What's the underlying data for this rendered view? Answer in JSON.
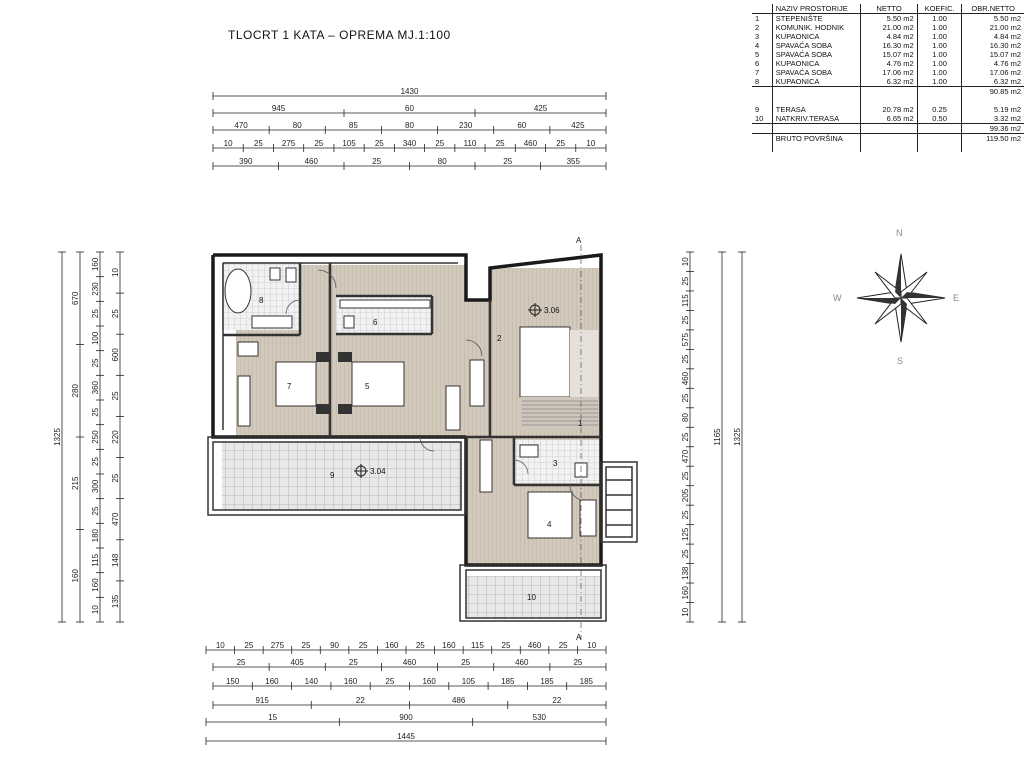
{
  "title": "TLOCRT 1 KATA  –  OPREMA   MJ.1:100",
  "table": {
    "headers": [
      "",
      "NAZIV PROSTORIJE",
      "NETTO",
      "KOEFIC.",
      "OBR.NETTO"
    ],
    "rows": [
      [
        "1",
        "STEPENIŠTE",
        "5.50 m2",
        "1.00",
        "5.50 m2"
      ],
      [
        "2",
        "KOMUNIK. HODNIK",
        "21.00 m2",
        "1.00",
        "21.00 m2"
      ],
      [
        "3",
        "KUPAONICA",
        "4.84 m2",
        "1.00",
        "4.84 m2"
      ],
      [
        "4",
        "SPAVAĆA SOBA",
        "16.30 m2",
        "1.00",
        "16.30 m2"
      ],
      [
        "5",
        "SPAVAĆA SOBA",
        "15.07 m2",
        "1.00",
        "15.07 m2"
      ],
      [
        "6",
        "KUPAONICA",
        "4.76 m2",
        "1.00",
        "4.76 m2"
      ],
      [
        "7",
        "SPAVAĆA SOBA",
        "17.06 m2",
        "1.00",
        "17.06 m2"
      ],
      [
        "8",
        "KUPAONICA",
        "6.32 m2",
        "1.00",
        "6.32 m2"
      ]
    ],
    "subtotal1": "90.85 m2",
    "rows2": [
      [
        "9",
        "TERASA",
        "20.78 m2",
        "0.25",
        "5.19 m2"
      ],
      [
        "10",
        "NATKRIV.TERASA",
        "6.65 m2",
        "0.50",
        "3.32 m2"
      ]
    ],
    "subtotal2": "99.36 m2",
    "gross_label": "BRUTO POVRŠINA",
    "gross_value": "119.50 m2"
  },
  "top_dims": {
    "row1": [
      "1430"
    ],
    "row2": [
      "945",
      "60",
      "425"
    ],
    "row3": [
      "470",
      "80",
      "85",
      "80",
      "230",
      "60",
      "425"
    ],
    "row4": [
      "10",
      "25",
      "275",
      "25",
      "105",
      "25",
      "340",
      "25",
      "110",
      "25",
      "460",
      "25",
      "10"
    ],
    "row5": [
      "390",
      "460",
      "25",
      "80",
      "25",
      "355"
    ]
  },
  "bottom_dims": {
    "row1": [
      "10",
      "25",
      "275",
      "25",
      "90",
      "25",
      "160",
      "25",
      "160",
      "115",
      "25",
      "460",
      "25",
      "10"
    ],
    "row2": [
      "25",
      "405",
      "25",
      "460",
      "25",
      "460",
      "25"
    ],
    "row3": [
      "150",
      "160",
      "140",
      "160",
      "25",
      "160",
      "105",
      "185",
      "185",
      "185"
    ],
    "row4": [
      "915",
      "22",
      "486",
      "22"
    ],
    "row5": [
      "15",
      "900",
      "530"
    ],
    "row6": [
      "1445"
    ]
  },
  "left_dims": {
    "col1": [
      "1325"
    ],
    "col2": [
      "670",
      "280",
      "215",
      "160"
    ],
    "col3": [
      "160",
      "230",
      "25",
      "100",
      "25",
      "360",
      "25",
      "250",
      "25",
      "300",
      "25",
      "180",
      "115",
      "160",
      "10"
    ],
    "col4": [
      "10",
      "25",
      "600",
      "25",
      "220",
      "25",
      "470",
      "148",
      "135"
    ]
  },
  "right_dims": {
    "col1": [
      "10",
      "25",
      "115",
      "25",
      "575",
      "25",
      "460",
      "25",
      "80",
      "25",
      "470",
      "25",
      "205",
      "25",
      "125",
      "25",
      "138",
      "160",
      "10"
    ],
    "col2": [
      "1165"
    ],
    "col3": [
      "1325"
    ]
  },
  "rooms": [
    "1",
    "2",
    "3",
    "4",
    "5",
    "6",
    "7",
    "8",
    "9",
    "10"
  ],
  "levels": [
    "3.04",
    "3.06"
  ],
  "section_marks": [
    "A",
    "A"
  ],
  "compass": [
    "N",
    "E",
    "S",
    "W"
  ]
}
